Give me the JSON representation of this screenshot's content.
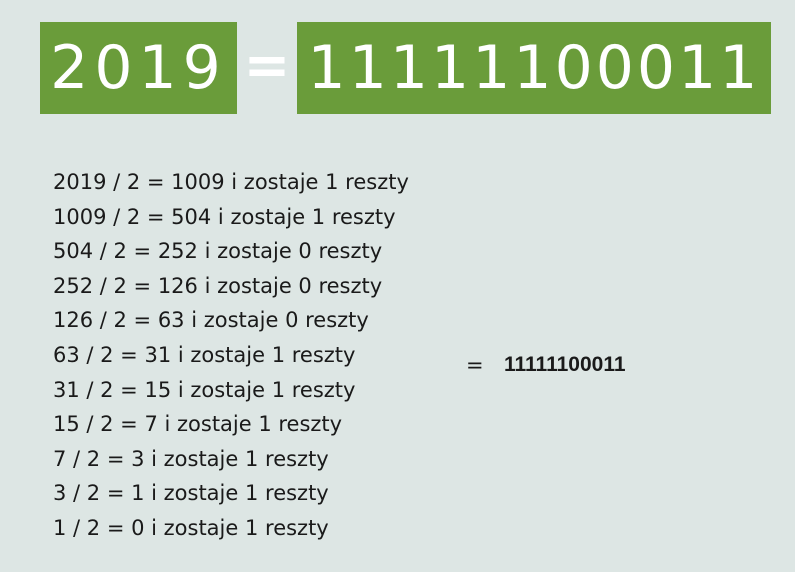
{
  "header": {
    "decimal": "2019",
    "equals": "=",
    "binary": "11111100011"
  },
  "steps": [
    "2019 / 2 = 1009 i zostaje 1 reszty",
    "1009 / 2 = 504 i zostaje 1 reszty",
    "504 / 2 = 252 i zostaje 0 reszty",
    "252 / 2 = 126 i zostaje 0 reszty",
    "126 / 2 = 63 i zostaje 0 reszty",
    "63 / 2 = 31 i zostaje 1 reszty",
    "31 / 2 = 15 i zostaje 1 reszty",
    "15 / 2 = 7 i zostaje 1 reszty",
    "7 / 2 = 3 i zostaje 1 reszty",
    "3 / 2 = 1 i zostaje 1 reszty",
    "1 / 2 = 0 i zostaje 1 reszty"
  ],
  "result": {
    "equals": "=",
    "value": "11111100011"
  },
  "colors": {
    "box_green": "#6a9c3a",
    "background": "#dde6e4"
  }
}
